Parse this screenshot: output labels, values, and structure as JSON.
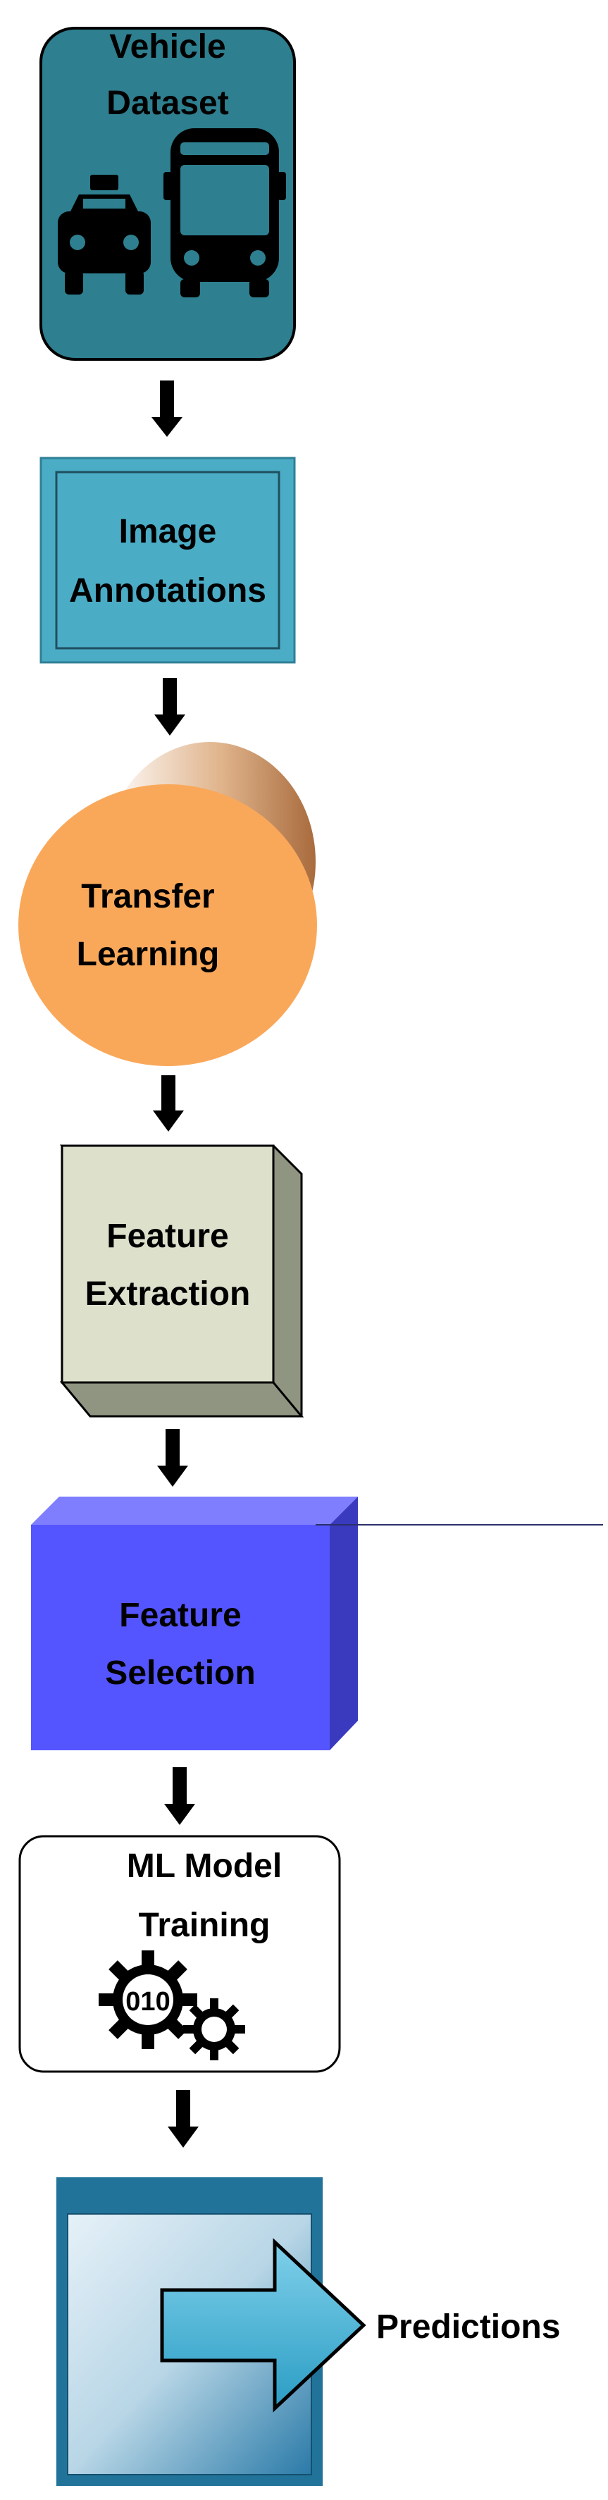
{
  "steps": {
    "vehicle_dataset": {
      "line1": "Vehicle",
      "line2": "Dataset"
    },
    "image_annotations": {
      "line1": "Image",
      "line2": "Annotations"
    },
    "transfer_learning": {
      "line1": "Transfer",
      "line2": "Learning"
    },
    "feature_extraction": {
      "line1": "Feature",
      "line2": "Extraction"
    },
    "feature_selection": {
      "line1": "Feature",
      "line2": "Selection"
    },
    "ml_model_training": {
      "line1": "ML Model",
      "line2": "Training",
      "gear_text": "010"
    },
    "predictions": {
      "label": "Predictions"
    }
  },
  "icons": [
    "taxi-icon",
    "bus-icon",
    "gear-icon",
    "arrow-right-icon",
    "arrow-down-icon"
  ],
  "colors": {
    "dataset": "#2E7F8F",
    "annotations": "#4BACC6",
    "transfer": "#F9A85A",
    "extraction": "#DDE0CB",
    "selection": "#5555FF",
    "predictions_window": "#21739A"
  }
}
